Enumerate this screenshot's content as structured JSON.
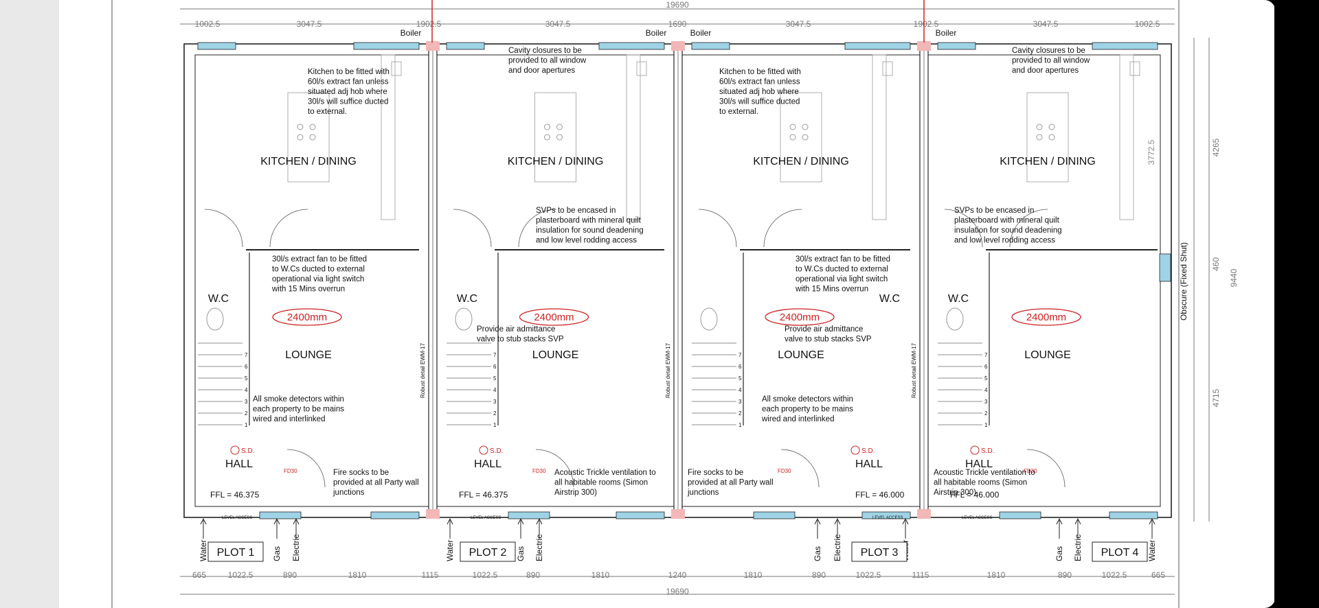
{
  "drawing": {
    "overall_width_label": "19690",
    "top_dims": [
      "1002.5",
      "3047.5",
      "1902.5",
      "3047.5",
      "1690",
      "3047.5",
      "1902.5",
      "3047.5",
      "1002.5"
    ],
    "bottom_dims": [
      "665",
      "1022.5",
      "890",
      "1810",
      "1115",
      "1022.5",
      "890",
      "1810",
      "1240",
      "1810",
      "890",
      "1022.5",
      "1115",
      "1810",
      "890",
      "1022.5",
      "665"
    ],
    "right_dims": [
      "4265",
      "3772.5",
      "460",
      "9440",
      "4715"
    ],
    "obscure_label": "Obscure (Fixed Shut)",
    "room_labels": {
      "kitchen": "KITCHEN / DINING",
      "wc": "W.C",
      "lounge": "LOUNGE",
      "hall": "HALL",
      "ceiling": "2400mm",
      "boiler": "Boiler",
      "sd": "S.D.",
      "fd30": "FD30",
      "level_access": "LEVEL ACCESS",
      "robust": "Robust detail EWM-17"
    },
    "plots": [
      {
        "label": "PLOT 1",
        "ffl": "FFL = 46.375"
      },
      {
        "label": "PLOT 2",
        "ffl": "FFL = 46.375"
      },
      {
        "label": "PLOT 3",
        "ffl": "FFL = 46.000"
      },
      {
        "label": "PLOT 4",
        "ffl": "FFL = 46.000"
      }
    ],
    "services": {
      "water": "Water",
      "gas": "Gas",
      "electric": "Electric"
    },
    "stair_steps": [
      "7",
      "6",
      "5",
      "4",
      "3",
      "2",
      "1"
    ],
    "notes": {
      "kitchen_fan": [
        "Kitchen to be fitted with",
        "60l/s extract fan unless",
        "situated adj hob where",
        "30l/s will suffice ducted",
        "to external."
      ],
      "cavity": [
        "Cavity closures to be",
        "provided to all window",
        "and door apertures"
      ],
      "svp": [
        "SVPs to be encased in",
        "plasterboard with mineral quilt",
        "insulation for sound deadening",
        "and low level rodding access"
      ],
      "wc_fan": [
        "30l/s extract fan to be fitted",
        "to W.Cs ducted to external",
        "operational via light switch",
        "with 15 Mins overrun"
      ],
      "aav": [
        "Provide air admittance",
        "valve to stub stacks SVP"
      ],
      "smoke": [
        "All smoke detectors within",
        "each property to be mains",
        "wired and interlinked"
      ],
      "fire_socks": [
        "Fire socks to be",
        "provided at all Party wall",
        "junctions"
      ],
      "trickle": [
        "Acoustic Trickle ventilation to",
        "all habitable rooms (Simon",
        "Airstrip 300)"
      ]
    }
  },
  "colors": {
    "line": "#222222",
    "red": "#cc2222",
    "glazing": "#9fd3e6",
    "pink": "#f2b7b7",
    "dim": "#777777",
    "frame": "#000000"
  }
}
